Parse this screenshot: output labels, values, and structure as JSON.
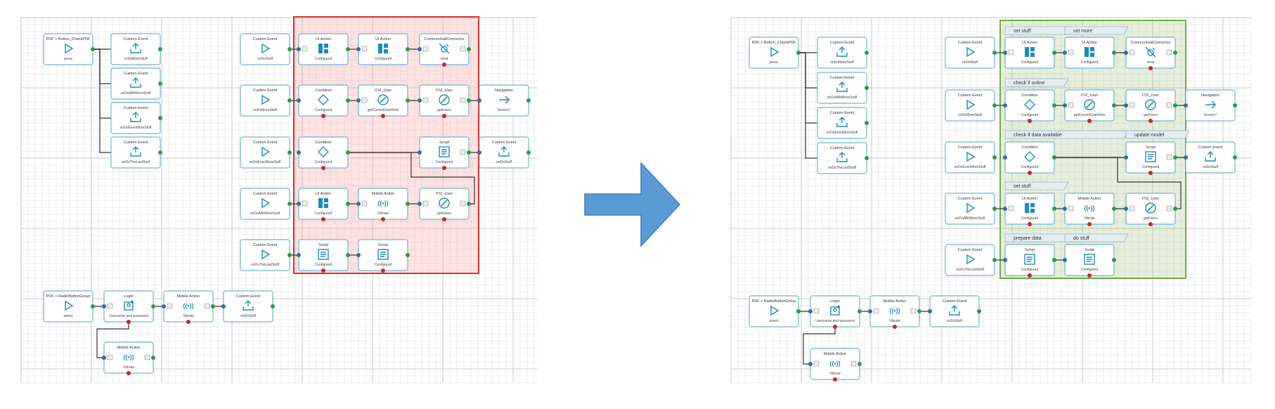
{
  "colors": {
    "grid": "#dddddd",
    "grid_major": "#c8c8c8",
    "node_border": "#6fb3d6",
    "node_fill": "#ffffff",
    "icon": "#1a8cc4",
    "port_in": "#2f6fa0",
    "port_out": "#2e9a45",
    "port_err": "#c62828",
    "highlight_fill": "rgba(255,150,150,0.28)",
    "highlight_border": "#e03030",
    "group_fill": "rgba(150,190,110,0.25)",
    "group_border": "#70b040",
    "label_bg": "#e3ecf3",
    "arrow_fill": "#5b9bd5",
    "arrow_border": "#3f7fb5"
  },
  "left_panel": {
    "nodes": [
      {
        "id": "L1",
        "title": "PDF > Button_CheckPDF",
        "sub": "press",
        "icon": "play-icon"
      },
      {
        "id": "L2",
        "title": "Custom Event",
        "sub": "onDoMoreStuff",
        "icon": "upload-icon"
      },
      {
        "id": "L3",
        "title": "Custom Event",
        "sub": "onDoABitMoreStuff",
        "icon": "upload-icon"
      },
      {
        "id": "L4",
        "title": "Custom Event",
        "sub": "onDoEvenMoreStuff",
        "icon": "upload-icon"
      },
      {
        "id": "L5",
        "title": "Custom Event",
        "sub": "onDoTheLastStuff",
        "icon": "upload-icon"
      },
      {
        "id": "L6",
        "title": "Custom Event",
        "sub": "onDoStuff",
        "icon": "play-icon"
      },
      {
        "id": "L7",
        "title": "UI Action",
        "sub": "Configured",
        "icon": "layout-icon"
      },
      {
        "id": "L8",
        "title": "UI Action",
        "sub": "Configured",
        "icon": "layout-icon"
      },
      {
        "id": "L9",
        "title": "CommonHallConnector",
        "sub": "send",
        "icon": "satellite-icon"
      },
      {
        "id": "L10",
        "title": "Custom Event",
        "sub": "onDoMoreStuff",
        "icon": "play-icon"
      },
      {
        "id": "L11",
        "title": "Condition",
        "sub": "Configured",
        "icon": "diamond-icon"
      },
      {
        "id": "L12",
        "title": "ITIZ_User",
        "sub": "getCurrentUserRole",
        "icon": "compass-icon"
      },
      {
        "id": "L13",
        "title": "ITIZ_User",
        "sub": "getUsers",
        "icon": "compass-icon"
      },
      {
        "id": "L14",
        "title": "Navigation",
        "sub": "Screen7",
        "icon": "arrow-right-icon"
      },
      {
        "id": "L15",
        "title": "Custom Event",
        "sub": "onDoEvenMoreStuff",
        "icon": "play-icon"
      },
      {
        "id": "L16",
        "title": "Condition",
        "sub": "Configured",
        "icon": "diamond-icon"
      },
      {
        "id": "L17",
        "title": "Script",
        "sub": "Configured",
        "icon": "script-icon"
      },
      {
        "id": "L18",
        "title": "Custom Event",
        "sub": "onDoStuff",
        "icon": "upload-icon"
      },
      {
        "id": "L19",
        "title": "Custom Event",
        "sub": "onDoABitMoreStuff",
        "icon": "play-icon"
      },
      {
        "id": "L20",
        "title": "UI Action",
        "sub": "Configured",
        "icon": "layout-icon"
      },
      {
        "id": "L21",
        "title": "Mobile Action",
        "sub": "Vibrate",
        "icon": "vibrate-icon"
      },
      {
        "id": "L22",
        "title": "ITIZ_User",
        "sub": "getUsers",
        "icon": "compass-icon"
      },
      {
        "id": "L23",
        "title": "Custom Event",
        "sub": "onDoTheLastStuff",
        "icon": "play-icon"
      },
      {
        "id": "L24",
        "title": "Script",
        "sub": "Configured",
        "icon": "script-icon"
      },
      {
        "id": "L25",
        "title": "Script",
        "sub": "Configured",
        "icon": "script-icon"
      },
      {
        "id": "L26",
        "title": "PDF > RadioButtonGroup",
        "sub": "select",
        "icon": "play-icon"
      },
      {
        "id": "L27",
        "title": "Login",
        "sub": "Username and password",
        "icon": "login-icon"
      },
      {
        "id": "L28",
        "title": "Mobile Action",
        "sub": "Vibrate",
        "icon": "vibrate-icon"
      },
      {
        "id": "L29",
        "title": "Custom Event",
        "sub": "onDoStuff",
        "icon": "upload-icon"
      },
      {
        "id": "L30",
        "title": "Mobile Action",
        "sub": "Vibrate",
        "icon": "vibrate-icon"
      }
    ]
  },
  "right_panel": {
    "nodes": [
      {
        "id": "R1",
        "title": "PDF > Button_CheckPDF",
        "sub": "press",
        "icon": "play-icon"
      },
      {
        "id": "R2",
        "title": "Custom Event",
        "sub": "onDoMoreStuff",
        "icon": "upload-icon"
      },
      {
        "id": "R3",
        "title": "Custom Event",
        "sub": "onDoABitMoreStuff",
        "icon": "upload-icon"
      },
      {
        "id": "R4",
        "title": "Custom Event",
        "sub": "onDoEvenMoreStuff",
        "icon": "upload-icon"
      },
      {
        "id": "R5",
        "title": "Custom Event",
        "sub": "onDoTheLastStuff",
        "icon": "upload-icon"
      },
      {
        "id": "R6",
        "title": "Custom Event",
        "sub": "onDoStuff",
        "icon": "play-icon"
      },
      {
        "id": "R7",
        "title": "UI Action",
        "sub": "Configured",
        "icon": "layout-icon"
      },
      {
        "id": "R8",
        "title": "UI Action",
        "sub": "Configured",
        "icon": "layout-icon"
      },
      {
        "id": "R9",
        "title": "CommonHallConnector",
        "sub": "send",
        "icon": "satellite-icon"
      },
      {
        "id": "R10",
        "title": "Custom Event",
        "sub": "onDoMoreStuff",
        "icon": "play-icon"
      },
      {
        "id": "R11",
        "title": "Condition",
        "sub": "Configured",
        "icon": "diamond-icon"
      },
      {
        "id": "R12",
        "title": "ITIZ_User",
        "sub": "getCurrentUserRole",
        "icon": "compass-icon"
      },
      {
        "id": "R13",
        "title": "ITIZ_User",
        "sub": "getUsers",
        "icon": "compass-icon"
      },
      {
        "id": "R14",
        "title": "Navigation",
        "sub": "Screen7",
        "icon": "arrow-right-icon"
      },
      {
        "id": "R15",
        "title": "Custom Event",
        "sub": "onDoEvenMoreStuff",
        "icon": "play-icon"
      },
      {
        "id": "R16",
        "title": "Condition",
        "sub": "Configured",
        "icon": "diamond-icon"
      },
      {
        "id": "R17",
        "title": "Script",
        "sub": "Configured",
        "icon": "script-icon"
      },
      {
        "id": "R18",
        "title": "Custom Event",
        "sub": "onDoStuff",
        "icon": "upload-icon"
      },
      {
        "id": "R19",
        "title": "Custom Event",
        "sub": "onDoABitMoreStuff",
        "icon": "play-icon"
      },
      {
        "id": "R20",
        "title": "UI Action",
        "sub": "Configured",
        "icon": "layout-icon"
      },
      {
        "id": "R21",
        "title": "Mobile Action",
        "sub": "Vibrate",
        "icon": "vibrate-icon"
      },
      {
        "id": "R22",
        "title": "ITIZ_User",
        "sub": "getUsers",
        "icon": "compass-icon"
      },
      {
        "id": "R23",
        "title": "Custom Event",
        "sub": "onDoTheLastStuff",
        "icon": "play-icon"
      },
      {
        "id": "R24",
        "title": "Script",
        "sub": "Configured",
        "icon": "script-icon"
      },
      {
        "id": "R25",
        "title": "Script",
        "sub": "Configured",
        "icon": "script-icon"
      },
      {
        "id": "R26",
        "title": "PDF > RadioButtonGroup",
        "sub": "select",
        "icon": "play-icon"
      },
      {
        "id": "R27",
        "title": "Login",
        "sub": "Username and password",
        "icon": "login-icon"
      },
      {
        "id": "R28",
        "title": "Mobile Action",
        "sub": "Vibrate",
        "icon": "vibrate-icon"
      },
      {
        "id": "R29",
        "title": "Custom Event",
        "sub": "onDoStuff",
        "icon": "upload-icon"
      },
      {
        "id": "R30",
        "title": "Mobile Action",
        "sub": "Vibrate",
        "icon": "vibrate-icon"
      }
    ],
    "group_labels": [
      {
        "id": "G1",
        "text": "set stuff"
      },
      {
        "id": "G2",
        "text": "set more"
      },
      {
        "id": "G3",
        "text": "check if online"
      },
      {
        "id": "G4",
        "text": "check if data available"
      },
      {
        "id": "G5",
        "text": "update model"
      },
      {
        "id": "G6",
        "text": "set stuff"
      },
      {
        "id": "G7",
        "text": "prepare data"
      },
      {
        "id": "G8",
        "text": "do stuff"
      }
    ]
  }
}
